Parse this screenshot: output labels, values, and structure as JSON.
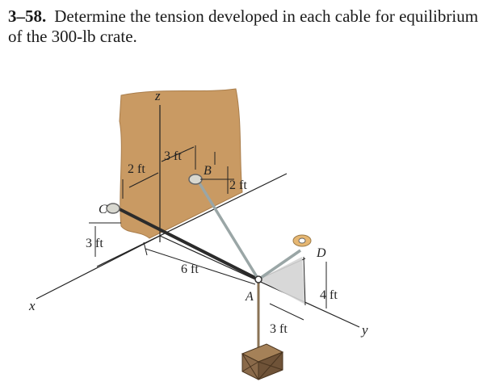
{
  "problem": {
    "number": "3–58.",
    "text": "Determine the tension developed in each cable for equilibrium of the 300-lb crate."
  },
  "figure": {
    "axes": {
      "x": "x",
      "y": "y",
      "z": "z"
    },
    "points": {
      "A": "A",
      "B": "B",
      "C": "C",
      "D": "D"
    },
    "dimensions": {
      "d_2ft_top": "2 ft",
      "d_3ft_top": "3 ft",
      "d_2ft_b": "2 ft",
      "d_3ft_c": "3 ft",
      "d_6ft": "6 ft",
      "d_4ft": "4 ft",
      "d_3ft_y": "3 ft"
    },
    "colors": {
      "wall": "#c99a63",
      "cable_ac": "#2b2b2b",
      "cable_ab": "#9aa6a6",
      "cable_ad": "#9aa6a6",
      "shade": "#d4d4d4",
      "crate": "#8a6a4a"
    }
  }
}
